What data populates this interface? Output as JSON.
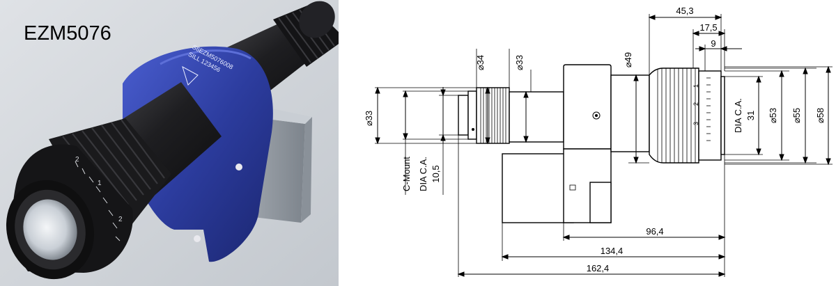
{
  "product": {
    "model": "EZM5076",
    "engraving_line1": "S6EZM5076008",
    "engraving_line2": "SILL 123456"
  },
  "drawing": {
    "dims": {
      "d34": "⌀34",
      "d33_top": "⌀33",
      "d33_left": "⌀33",
      "d49": "⌀49",
      "d53": "⌀53",
      "d55": "⌀55",
      "d58": "⌀58",
      "len_45_3": "45,3",
      "len_17_5": "17,5",
      "len_9": "9",
      "len_96_4": "96,4",
      "len_134_4": "134,4",
      "len_162_4": "162,4"
    },
    "labels": {
      "cmount": "C-Mount",
      "dia_ca_left_line1": "DIA C.A.",
      "dia_ca_left_line2": "10,5",
      "dia_ca_right_line1": "DIA C.A.",
      "dia_ca_right_line2": "31"
    },
    "scale_marks": [
      "1",
      "2",
      "3"
    ]
  },
  "colors": {
    "photo_bg": "#c9ced4",
    "lens_black": "#1c1c1e",
    "collar_blue": "#2c3c9e",
    "housing_gray": "#9aa1a8"
  }
}
